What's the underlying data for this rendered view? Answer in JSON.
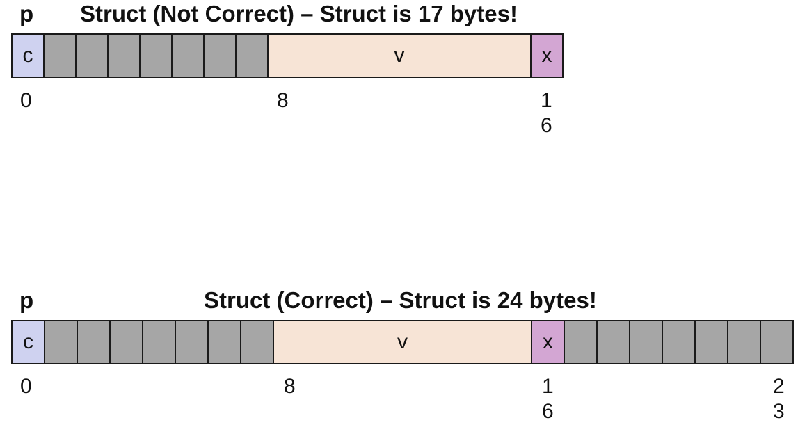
{
  "diagram_top": {
    "pointer_label": "p",
    "title": "Struct (Not Correct) – Struct is 17 bytes!",
    "cells": [
      {
        "kind": "char",
        "label": "c",
        "bytes": 1
      },
      {
        "kind": "pad",
        "label": "",
        "bytes": 1
      },
      {
        "kind": "pad",
        "label": "",
        "bytes": 1
      },
      {
        "kind": "pad",
        "label": "",
        "bytes": 1
      },
      {
        "kind": "pad",
        "label": "",
        "bytes": 1
      },
      {
        "kind": "pad",
        "label": "",
        "bytes": 1
      },
      {
        "kind": "pad",
        "label": "",
        "bytes": 1
      },
      {
        "kind": "pad",
        "label": "",
        "bytes": 1
      },
      {
        "kind": "long",
        "label": "v",
        "bytes": 8
      },
      {
        "kind": "small",
        "label": "x",
        "bytes": 1
      }
    ],
    "offsets": [
      {
        "line1": "0",
        "line2": ""
      },
      {
        "line1": "8",
        "line2": ""
      },
      {
        "line1": "1",
        "line2": "6"
      }
    ]
  },
  "diagram_bottom": {
    "pointer_label": "p",
    "title": "Struct (Correct) – Struct is 24 bytes!",
    "cells": [
      {
        "kind": "char",
        "label": "c",
        "bytes": 1
      },
      {
        "kind": "pad",
        "label": "",
        "bytes": 1
      },
      {
        "kind": "pad",
        "label": "",
        "bytes": 1
      },
      {
        "kind": "pad",
        "label": "",
        "bytes": 1
      },
      {
        "kind": "pad",
        "label": "",
        "bytes": 1
      },
      {
        "kind": "pad",
        "label": "",
        "bytes": 1
      },
      {
        "kind": "pad",
        "label": "",
        "bytes": 1
      },
      {
        "kind": "pad",
        "label": "",
        "bytes": 1
      },
      {
        "kind": "long",
        "label": "v",
        "bytes": 8
      },
      {
        "kind": "small",
        "label": "x",
        "bytes": 1
      },
      {
        "kind": "pad",
        "label": "",
        "bytes": 1
      },
      {
        "kind": "pad",
        "label": "",
        "bytes": 1
      },
      {
        "kind": "pad",
        "label": "",
        "bytes": 1
      },
      {
        "kind": "pad",
        "label": "",
        "bytes": 1
      },
      {
        "kind": "pad",
        "label": "",
        "bytes": 1
      },
      {
        "kind": "pad",
        "label": "",
        "bytes": 1
      },
      {
        "kind": "pad",
        "label": "",
        "bytes": 1
      }
    ],
    "offsets": [
      {
        "line1": "0",
        "line2": ""
      },
      {
        "line1": "8",
        "line2": ""
      },
      {
        "line1": "1",
        "line2": "6"
      },
      {
        "line1": "2",
        "line2": "3"
      }
    ]
  },
  "colors": {
    "char": "#cfd2f0",
    "pad": "#a6a6a6",
    "long": "#f7e4d6",
    "small": "#d3a6d3"
  }
}
